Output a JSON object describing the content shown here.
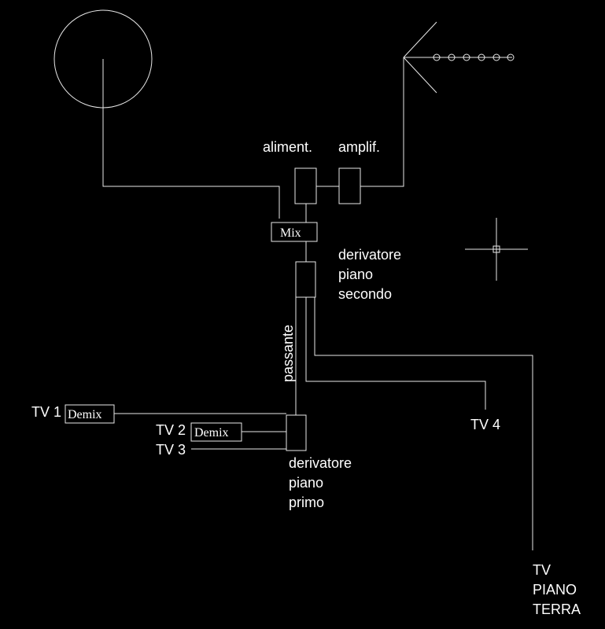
{
  "colors": {
    "background": "#000000",
    "lines": "#e8e8e8",
    "text": "#ffffff"
  },
  "icons": [
    "satellite-dish-icon",
    "yagi-antenna-icon",
    "crosshair-cursor-icon"
  ],
  "labels": {
    "aliment": "aliment.",
    "amplif": "amplif.",
    "mix": "Mix",
    "derivatore_secondo": [
      "derivatore",
      "piano",
      "secondo"
    ],
    "passante": "passante",
    "tv1": "TV 1",
    "demix1": "Demix",
    "tv2": "TV 2",
    "demix2": "Demix",
    "tv3": "TV 3",
    "derivatore_primo": [
      "derivatore",
      "piano",
      "primo"
    ],
    "tv4": "TV 4",
    "tv_piano_terra": [
      "TV",
      "PIANO",
      "TERRA"
    ]
  }
}
